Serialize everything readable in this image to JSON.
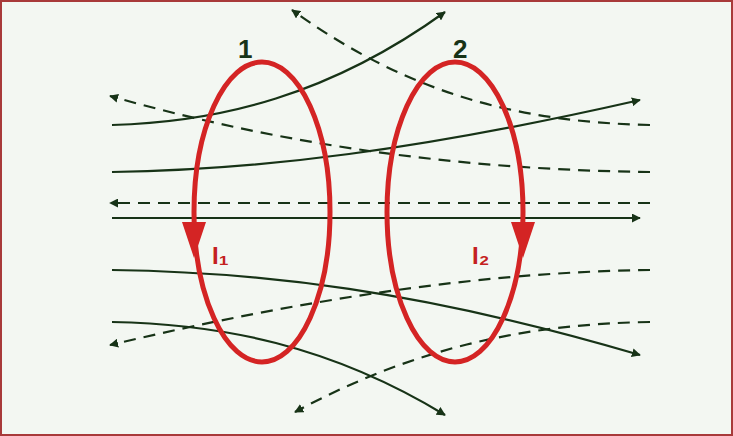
{
  "diagram": {
    "labels": [
      "1",
      "2",
      "I₁",
      "I₂"
    ]
  }
}
